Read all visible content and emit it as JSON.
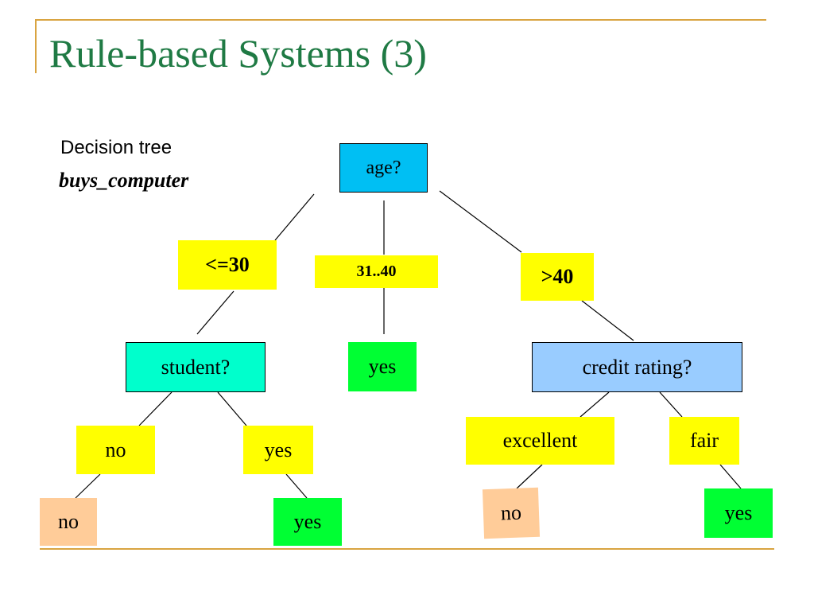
{
  "slide": {
    "title": "Rule-based Systems (3)",
    "caption_line1": "Decision tree",
    "caption_line2": "buys_computer"
  },
  "colors": {
    "accent_rule": "#d9a441",
    "title_text": "#1f7a44",
    "decision_node": "#00bff3",
    "student_node": "#00ffcc",
    "credit_node": "#99ccff",
    "branch_label": "#ffff00",
    "leaf_yes": "#00ff33",
    "leaf_no": "#ffcc99"
  },
  "tree": {
    "root": "age?",
    "branches": {
      "age_le_30": "<=30",
      "age_31_40": "31..40",
      "age_gt_40": ">40"
    },
    "student_node": "student?",
    "credit_node": "credit rating?",
    "student_branches": {
      "no": "no",
      "yes": "yes"
    },
    "credit_branches": {
      "excellent": "excellent",
      "fair": "fair"
    },
    "leaves": {
      "mid_yes": "yes",
      "student_no": "no",
      "student_yes": "yes",
      "credit_excellent_no": "no",
      "credit_fair_yes": "yes"
    }
  }
}
